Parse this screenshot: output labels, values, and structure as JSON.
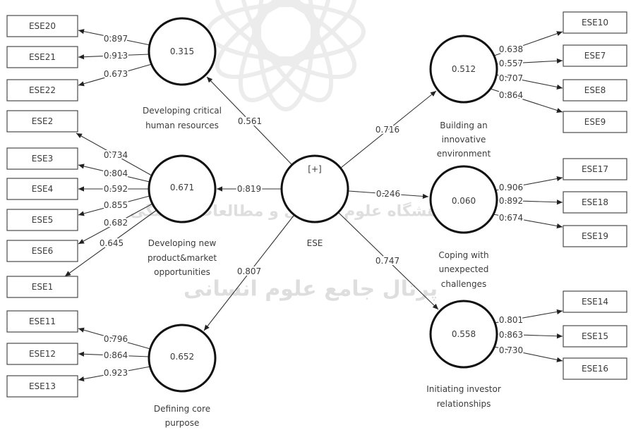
{
  "central": {
    "marker": "[+]",
    "label": "ESE"
  },
  "constructs": [
    {
      "value": "0.315",
      "label_lines": [
        "Developing critical",
        "human resources"
      ],
      "path_coefficient": "0.561",
      "indicators": [
        {
          "label": "ESE20",
          "loading": "0.897"
        },
        {
          "label": "ESE21",
          "loading": "0.913"
        },
        {
          "label": "ESE22",
          "loading": "0.673"
        }
      ]
    },
    {
      "value": "0.671",
      "label_lines": [
        "Developing new",
        "product&market",
        "opportunities"
      ],
      "path_coefficient": "0.819",
      "indicators": [
        {
          "label": "ESE2",
          "loading": "0.734"
        },
        {
          "label": "ESE3",
          "loading": "0.804"
        },
        {
          "label": "ESE4",
          "loading": "0.592"
        },
        {
          "label": "ESE5",
          "loading": "0.855"
        },
        {
          "label": "ESE6",
          "loading": "0.682"
        },
        {
          "label": "ESE1",
          "loading": "0.645"
        }
      ]
    },
    {
      "value": "0.652",
      "label_lines": [
        "Defining core",
        "purpose"
      ],
      "path_coefficient": "0.807",
      "indicators": [
        {
          "label": "ESE11",
          "loading": "0.796"
        },
        {
          "label": "ESE12",
          "loading": "0.864"
        },
        {
          "label": "ESE13",
          "loading": "0.923"
        }
      ]
    },
    {
      "value": "0.512",
      "label_lines": [
        "Building an",
        "innovative",
        "environment"
      ],
      "path_coefficient": "0.716",
      "indicators": [
        {
          "label": "ESE10",
          "loading": "0.638"
        },
        {
          "label": "ESE7",
          "loading": "0.557"
        },
        {
          "label": "ESE8",
          "loading": "0.707"
        },
        {
          "label": "ESE9",
          "loading": "0.864"
        }
      ]
    },
    {
      "value": "0.060",
      "label_lines": [
        "Coping with",
        "unexpected",
        "challenges"
      ],
      "path_coefficient": "0.246",
      "indicators": [
        {
          "label": "ESE17",
          "loading": "0.906"
        },
        {
          "label": "ESE18",
          "loading": "0.892"
        },
        {
          "label": "ESE19",
          "loading": "0.674"
        }
      ]
    },
    {
      "value": "0.558",
      "label_lines": [
        "Initiating investor",
        "relationships"
      ],
      "path_coefficient": "0.747",
      "indicators": [
        {
          "label": "ESE14",
          "loading": "0.801"
        },
        {
          "label": "ESE15",
          "loading": "0.863"
        },
        {
          "label": "ESE16",
          "loading": "0.730"
        }
      ]
    }
  ],
  "watermark": {
    "line1": "پژوهشگاه علوم انسانی و مطالعات فرهنگی",
    "line2": "پرتال جامع علوم انسانی"
  }
}
